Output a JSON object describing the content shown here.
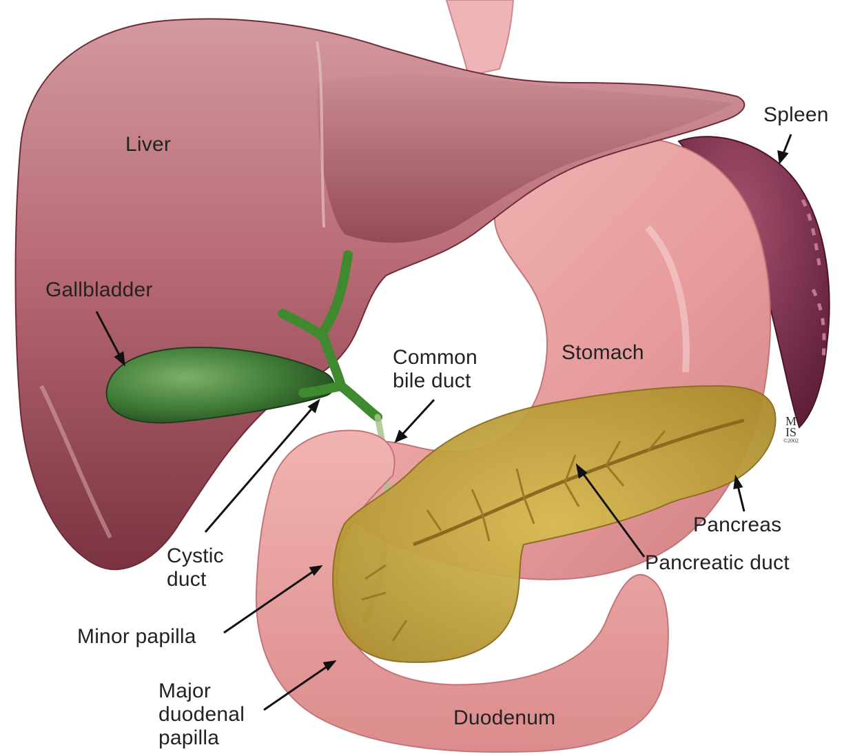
{
  "labels": {
    "liver": "Liver",
    "gallbladder": "Gallbladder",
    "common_bile_duct": [
      "Common",
      "bile duct"
    ],
    "stomach": "Stomach",
    "spleen": "Spleen",
    "cystic_duct": [
      "Cystic",
      "duct"
    ],
    "pancreas": "Pancreas",
    "pancreatic_duct": "Pancreatic duct",
    "minor_papilla": "Minor papilla",
    "major_duodenal_papilla": [
      "Major",
      "duodenal",
      "papilla"
    ],
    "duodenum": "Duodenum"
  },
  "artist_mark": {
    "line1": "M",
    "line2": "IS",
    "line3": "©2002"
  },
  "colors": {
    "liver": "#b86a74",
    "liver_dark": "#8a3d48",
    "stomach": "#e8a0a0",
    "duodenum": "#e79a97",
    "spleen": "#7e2f4c",
    "gallbladder": "#3f7a36",
    "pancreas": "#c9a83c",
    "esophagus": "#f0b9b9"
  }
}
